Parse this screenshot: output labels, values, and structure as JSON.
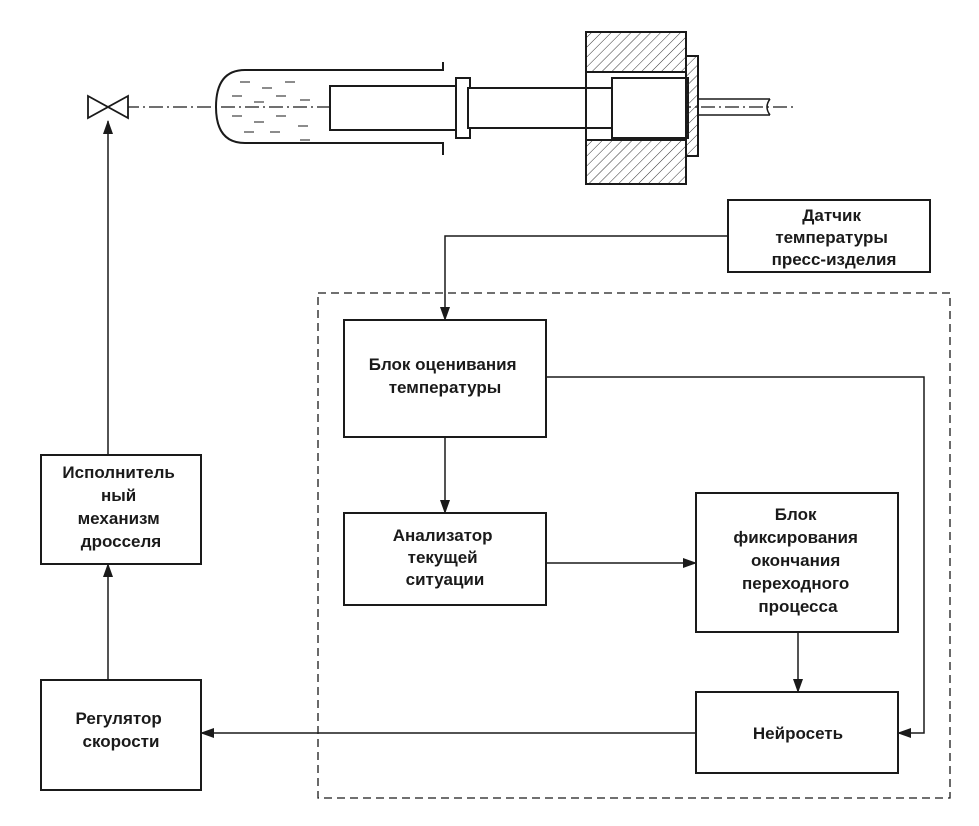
{
  "blocks": {
    "sensor": [
      "Датчик",
      "температуры",
      "пресс-изделия"
    ],
    "estimator": [
      "Блок оценивания",
      "температуры"
    ],
    "analyzer": [
      "Анализатор",
      "текущей",
      "ситуации"
    ],
    "fixation": [
      "Блок",
      "фиксирования",
      "окончания",
      "переходного",
      "процесса"
    ],
    "neural": [
      "Нейросеть"
    ],
    "regulator": [
      "Регулятор",
      "скорости"
    ],
    "actuator": [
      "Исполнитель",
      "ный",
      "механизм",
      "дросселя"
    ]
  }
}
